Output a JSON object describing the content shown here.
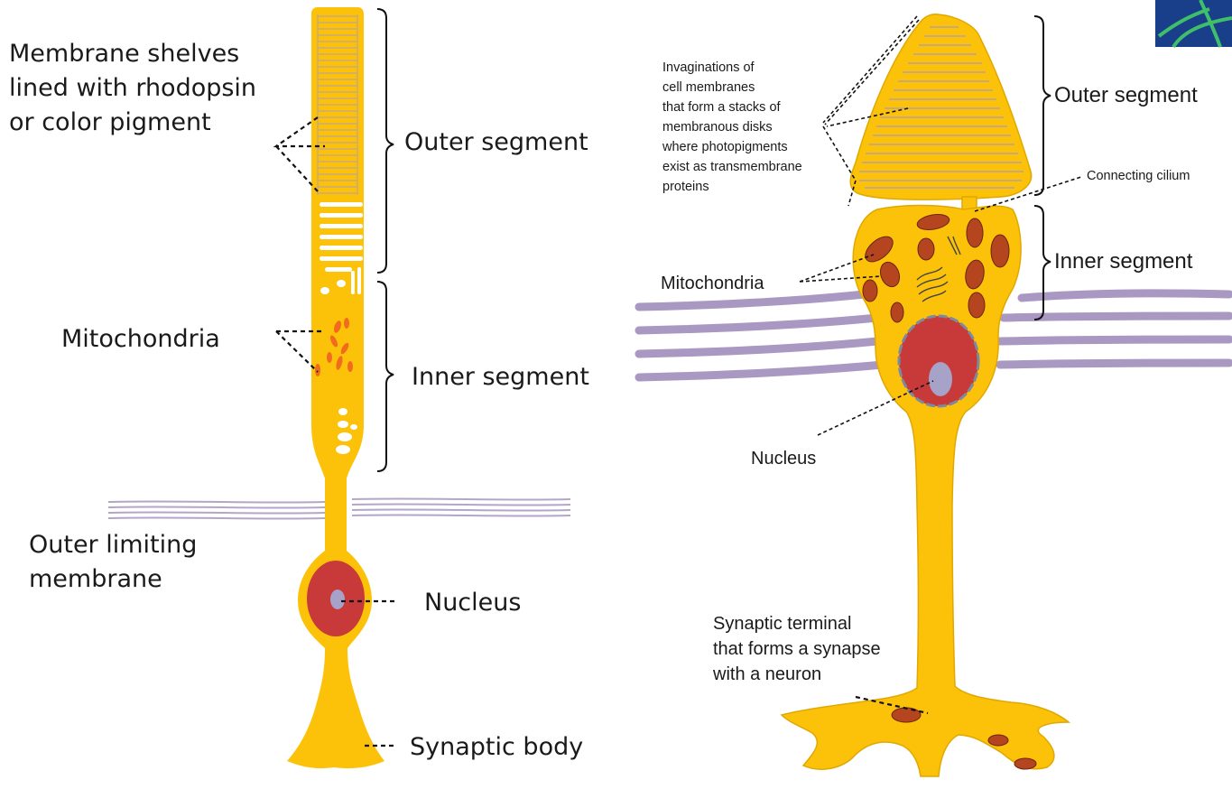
{
  "left_diagram": {
    "labels": {
      "membrane_shelves": [
        "Membrane shelves",
        "lined with rhodopsin",
        "or color pigment"
      ],
      "outer_segment": "Outer segment",
      "mitochondria": "Mitochondria",
      "inner_segment": "Inner segment",
      "outer_limiting_membrane": [
        "Outer limiting",
        "membrane"
      ],
      "nucleus": "Nucleus",
      "synaptic_body": "Synaptic body"
    }
  },
  "right_diagram": {
    "labels": {
      "invaginations": [
        "Invaginations of",
        "cell membranes",
        "that form a stacks of",
        "membranous disks",
        "where photopigments",
        "exist as transmembrane",
        "proteins"
      ],
      "outer_segment": "Outer segment",
      "connecting_cilium": "Connecting cilium",
      "inner_segment": "Inner segment",
      "mitochondria": "Mitochondria",
      "nucleus": "Nucleus",
      "synaptic_terminal": [
        "Synaptic terminal",
        "that forms a synapse",
        "with a neuron"
      ]
    }
  },
  "colors": {
    "cell_yellow": "#fcc20a",
    "cell_outline_right": "#e0a800",
    "disk_lines": "#c9a97a",
    "nucleus_red": "#c83a3a",
    "nucleolus": "#a7a2c8",
    "mitochondria_left": "#f26b1d",
    "mitochondria_right": "#b5451f",
    "membrane_lilac": "#a898c2"
  }
}
